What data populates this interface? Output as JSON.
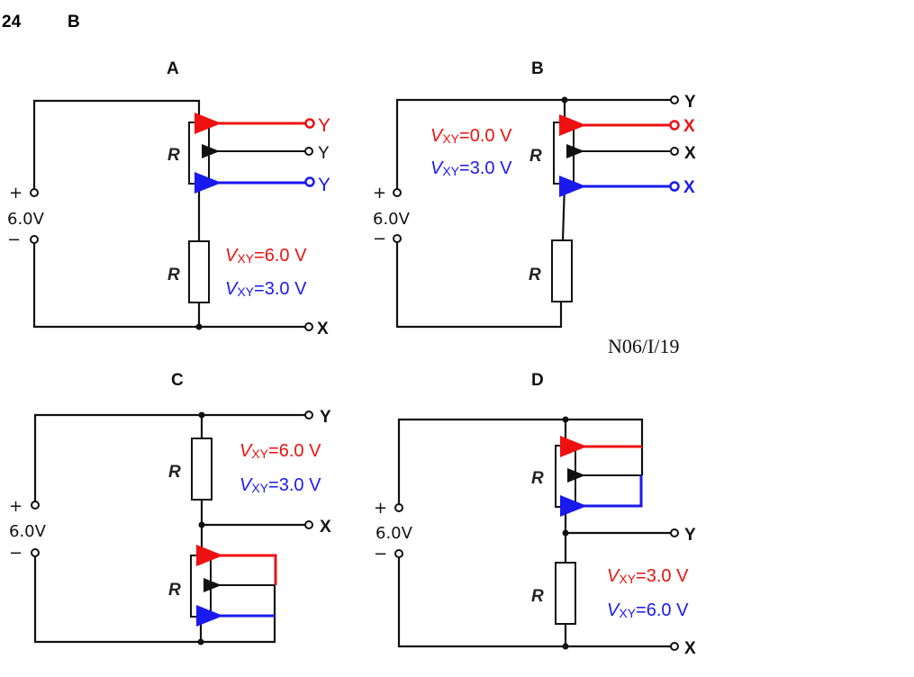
{
  "question_number": "24",
  "answer": "B",
  "reference": "N06/I/19",
  "colors": {
    "red": "#ee1111",
    "blue": "#1a1aee",
    "wire": "#111111"
  },
  "source_label": {
    "plus": "+",
    "minus": "−",
    "voltage": "6.0V"
  },
  "resistor_label": "R",
  "circuits": [
    {
      "title": "A",
      "terminals": {
        "top": "Y",
        "red": "Y",
        "blue": "Y",
        "bottom": "X"
      },
      "annotations": [
        {
          "prefix": "V",
          "sub": "XY",
          "value": "=6.0 V",
          "color": "red"
        },
        {
          "prefix": "V",
          "sub": "XY",
          "value": "=3.0 V",
          "color": "blue"
        }
      ]
    },
    {
      "title": "B",
      "terminals": {
        "top": "Y",
        "red": "X",
        "mid": "X",
        "blue": "X"
      },
      "annotations": [
        {
          "prefix": "V",
          "sub": "XY",
          "value": "=0.0 V",
          "color": "red"
        },
        {
          "prefix": "V",
          "sub": "XY",
          "value": "=3.0 V",
          "color": "blue"
        }
      ]
    },
    {
      "title": "C",
      "terminals": {
        "top": "Y",
        "mid": "X"
      },
      "annotations": [
        {
          "prefix": "V",
          "sub": "XY",
          "value": "=6.0 V",
          "color": "red"
        },
        {
          "prefix": "V",
          "sub": "XY",
          "value": "=3.0 V",
          "color": "blue"
        }
      ]
    },
    {
      "title": "D",
      "terminals": {
        "mid": "Y",
        "bottom": "X"
      },
      "annotations": [
        {
          "prefix": "V",
          "sub": "XY",
          "value": "=3.0 V",
          "color": "red"
        },
        {
          "prefix": "V",
          "sub": "XY",
          "value": "=6.0 V",
          "color": "blue"
        }
      ]
    }
  ]
}
